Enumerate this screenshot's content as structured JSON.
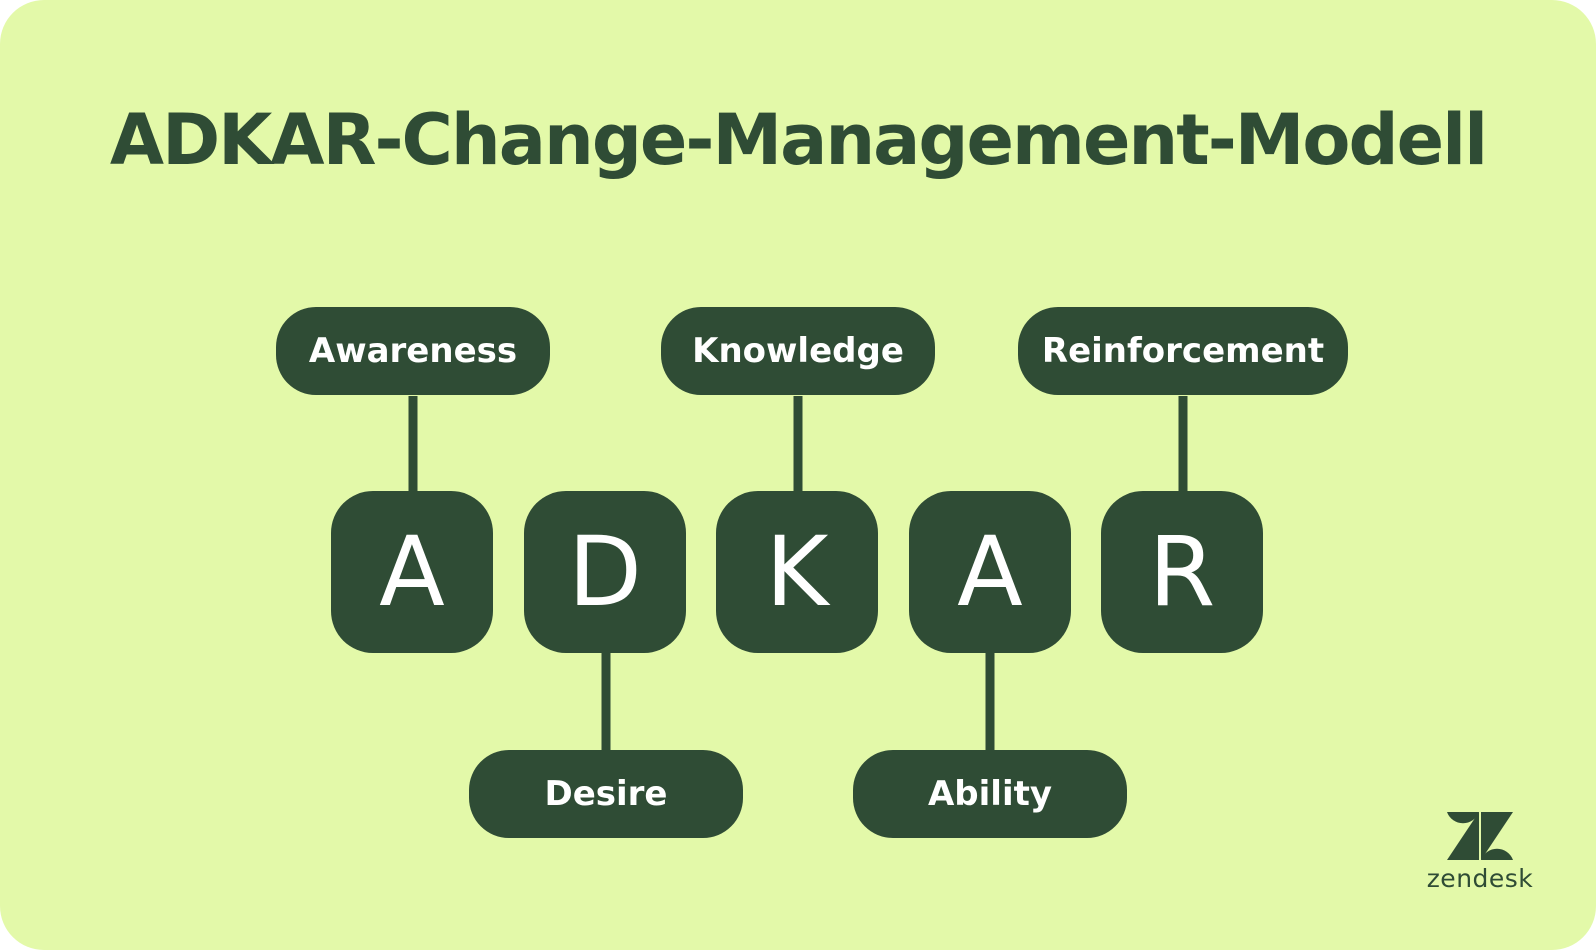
{
  "title": "ADKAR-Change-Management-Modell",
  "letters": [
    "A",
    "D",
    "K",
    "A",
    "R"
  ],
  "labels": {
    "awareness": "Awareness",
    "desire": "Desire",
    "knowledge": "Knowledge",
    "ability": "Ability",
    "reinforcement": "Reinforcement"
  },
  "brand": {
    "name": "zendesk",
    "logo_icon": "zendesk-logo-icon"
  },
  "colors": {
    "background": "#e3f9a9",
    "element": "#2f4c35",
    "text_on_element": "#ffffff"
  }
}
